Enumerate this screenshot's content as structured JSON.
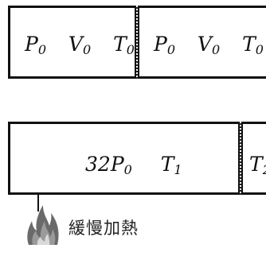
{
  "top_cylinder": {
    "left_gas": {
      "p_sym": "P",
      "p_sub": "0",
      "v_sym": "V",
      "v_sub": "0",
      "t_sym": "T",
      "t_sub": "0"
    },
    "right_gas": {
      "p_sym": "P",
      "p_sub": "0",
      "v_sym": "V",
      "v_sub": "0",
      "t_sym": "T",
      "t_sub": "0"
    }
  },
  "bottom_cylinder": {
    "left_gas": {
      "p_coef": "32",
      "p_sym": "P",
      "p_sub": "0",
      "t_sym": "T",
      "t_sub": "1"
    },
    "right_gas": {
      "t_sym": "T",
      "t_sub": "2"
    }
  },
  "heater": {
    "label": "緩慢加熱",
    "icon": "flame-icon"
  },
  "colors": {
    "line": "#111111",
    "flame_dark": "#5a5a5a",
    "flame_light": "#bdbdbd"
  }
}
